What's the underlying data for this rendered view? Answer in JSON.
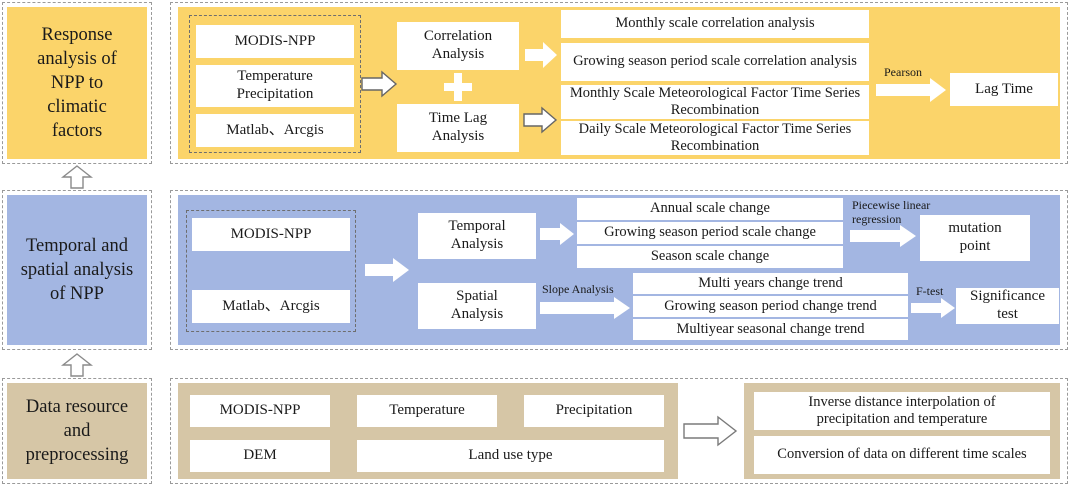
{
  "rows": {
    "response": {
      "title": "Response analysis of NPP to climatic factors",
      "inputs": [
        "MODIS-NPP",
        "Temperature Precipitation",
        "Matlab、Arcgis"
      ],
      "methods": [
        "Correlation Analysis",
        "Time Lag Analysis"
      ],
      "details": [
        "Monthly scale correlation analysis",
        "Growing season period scale correlation analysis",
        "Monthly Scale Meteorological Factor Time Series Recombination",
        "Daily Scale Meteorological Factor Time Series Recombination"
      ],
      "arrow_label": "Pearson",
      "output": "Lag Time"
    },
    "spatiotemporal": {
      "title": "Temporal and spatial analysis of NPP",
      "inputs": [
        "MODIS-NPP",
        "Matlab、Arcgis"
      ],
      "temporal": {
        "label": "Temporal Analysis",
        "items": [
          "Annual scale change",
          "Growing season period scale change",
          "Season scale change"
        ],
        "arrow_label": "Piecewise linear regression",
        "output": "mutation point"
      },
      "spatial": {
        "label": "Spatial Analysis",
        "pre_label": "Slope Analysis",
        "items": [
          "Multi years change trend",
          "Growing season period change trend",
          "Multiyear seasonal change trend"
        ],
        "arrow_label": "F-test",
        "output": "Significance test"
      }
    },
    "data": {
      "title": "Data resource and preprocessing",
      "sources": [
        "MODIS-NPP",
        "Temperature",
        "Precipitation",
        "DEM",
        "Land use type"
      ],
      "outputs": [
        "Inverse distance interpolation of precipitation and temperature",
        "Conversion of data on different time scales"
      ]
    }
  },
  "colors": {
    "response_band": "#fbd46a",
    "spatiotemporal_band": "#a3b6e2",
    "data_band": "#d6c6a6"
  }
}
